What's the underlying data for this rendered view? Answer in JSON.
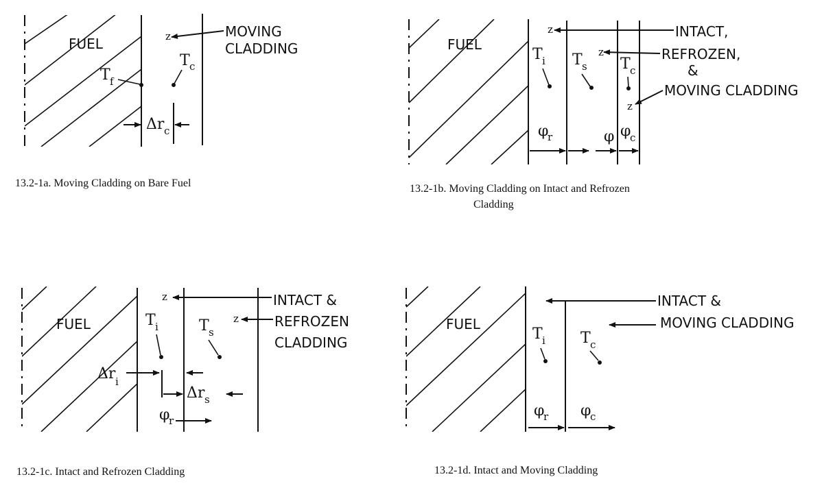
{
  "colors": {
    "ink": "#111111",
    "background": "#ffffff"
  },
  "panels": {
    "a": {
      "caption": "13.2-1a.  Moving Cladding on Bare Fuel",
      "fuel": "FUEL",
      "label_line1": "MOVING",
      "label_line2": "CLADDING",
      "temp_fuel": "T",
      "temp_fuel_sub": "f",
      "temp_clad": "T",
      "temp_clad_sub": "c",
      "delta": "Δr",
      "delta_sub": "c"
    },
    "b": {
      "caption_line1": "13.2-1b.  Moving Cladding on Intact and Refrozen",
      "caption_line2": "Cladding",
      "fuel": "FUEL",
      "label_line1": "INTACT,",
      "label_line2": "REFROZEN,",
      "label_line3": "&",
      "label_line4": "MOVING CLADDING",
      "temp_intact": "T",
      "temp_intact_sub": "i",
      "temp_refrozen": "T",
      "temp_refrozen_sub": "s",
      "temp_moving": "T",
      "temp_moving_sub": "c",
      "phi_r": "φ",
      "phi_r_sub": "r",
      "phi": "φ",
      "phi_c": "φ",
      "phi_c_sub": "c"
    },
    "c": {
      "caption": "13.2-1c.  Intact and Refrozen Cladding",
      "fuel": "FUEL",
      "label_line1": "INTACT &",
      "label_line2": "REFROZEN",
      "label_line3": "CLADDING",
      "temp_intact": "T",
      "temp_intact_sub": "i",
      "temp_refrozen": "T",
      "temp_refrozen_sub": "s",
      "delta_i": "Δr",
      "delta_i_sub": "i",
      "delta_s": "Δr",
      "delta_s_sub": "s",
      "phi_r": "φ",
      "phi_r_sub": "r"
    },
    "d": {
      "caption": "13.2-1d.  Intact and Moving Cladding",
      "fuel": "FUEL",
      "label_line1": "INTACT &",
      "label_line2": "MOVING CLADDING",
      "temp_intact": "T",
      "temp_intact_sub": "i",
      "temp_moving": "T",
      "temp_moving_sub": "c",
      "phi_r": "φ",
      "phi_r_sub": "r",
      "phi_c": "φ",
      "phi_c_sub": "c"
    }
  }
}
